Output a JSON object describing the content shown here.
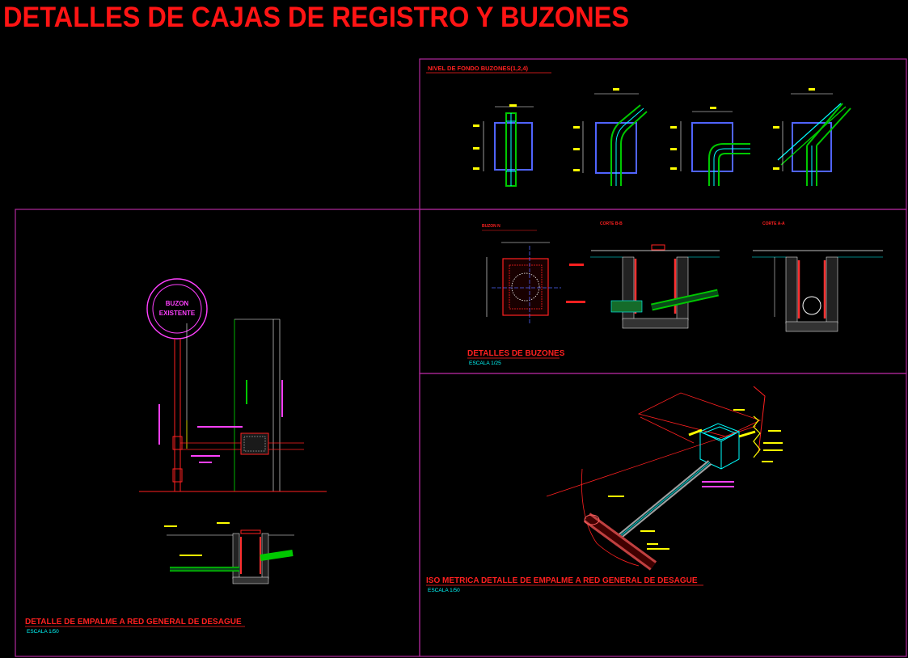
{
  "drawing": {
    "title": "DETALLES DE CAJAS DE REGISTRO Y BUZONES",
    "colors": {
      "background": "#000000",
      "title": "#ff1414",
      "frame": "#b0289c",
      "cyan": "#00ffff",
      "yellow": "#ffff00",
      "green": "#00c800",
      "magenta": "#ff40ff",
      "blue": "#5064ff",
      "red": "#ff2020"
    }
  },
  "panels": {
    "nivel_fondo": {
      "title": "NIVEL DE FONDO  BUZONES(1,2,4)"
    },
    "detalles_buzones": {
      "section_a": "BUZON N",
      "section_b": "CORTE B-B",
      "section_c": "CORTE A-A",
      "title": "DETALLES DE BUZONES",
      "scale": "ESCALA 1/25"
    },
    "isometrica": {
      "title": "ISO METRICA DETALLE DE EMPALME A RED GENERAL DE DESAGUE",
      "scale": "ESCALA 1/50"
    },
    "empalme": {
      "buzon_label_1": "BUZON",
      "buzon_label_2": "EXISTENTE",
      "title": "DETALLE DE EMPALME A RED GENERAL DE DESAGUE",
      "scale": "ESCALA 1/50"
    }
  }
}
